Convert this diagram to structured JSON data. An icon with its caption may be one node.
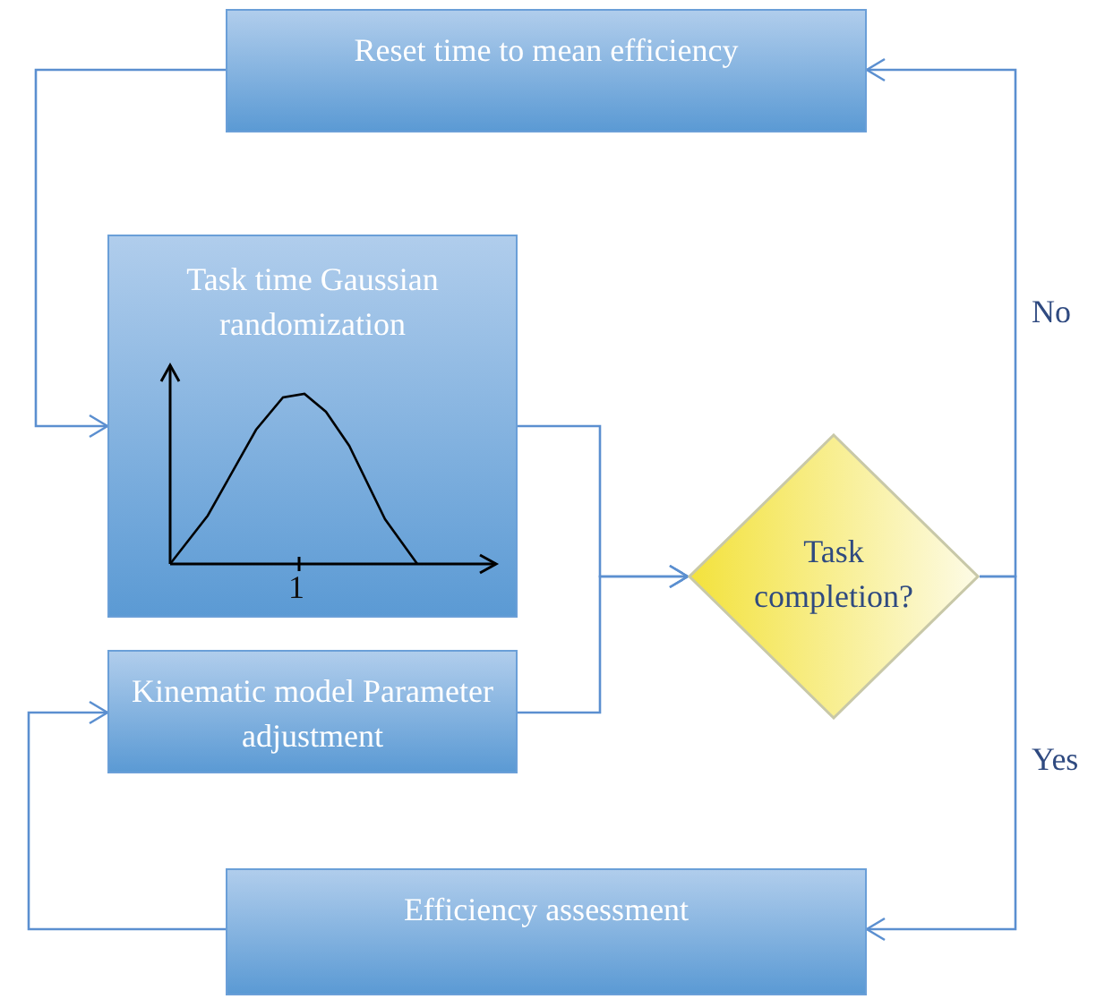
{
  "diagram": {
    "nodes": [
      {
        "text": [
          "Reset time to mean efficiency"
        ]
      },
      {
        "text": [
          "Task time Gaussian randomization"
        ]
      },
      {
        "text": [
          "Task completion?"
        ]
      },
      {
        "text": [
          "Kinematic model Parameter adjustment"
        ]
      },
      {
        "text": [
          "Efficiency assessment"
        ]
      }
    ],
    "edges": [
      {
        "from": 0,
        "to": 1,
        "arrow": "to"
      },
      {
        "from": 1,
        "to": 2,
        "arrow": "to"
      },
      {
        "from": 3,
        "to": 2,
        "arrow": "to"
      },
      {
        "from": 2,
        "to": 0,
        "arrow": "to",
        "label": "No"
      },
      {
        "from": 2,
        "to": 4,
        "arrow": "to",
        "label": "Yes"
      },
      {
        "from": 4,
        "to": 3,
        "arrow": "to"
      }
    ],
    "labels": [
      "1"
    ]
  }
}
